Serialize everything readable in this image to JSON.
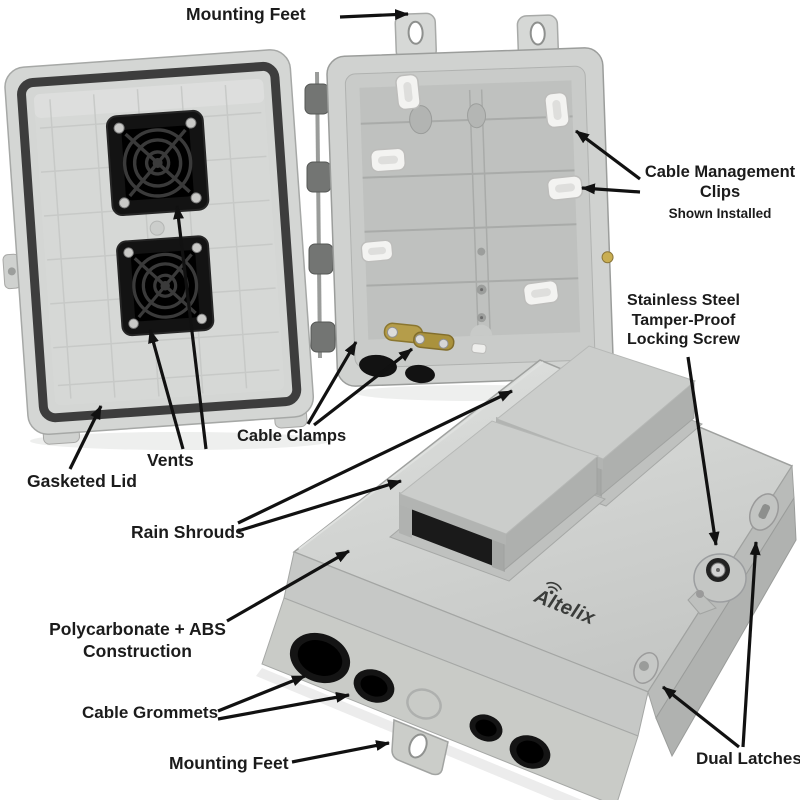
{
  "brand": {
    "logo_text": "Altelix"
  },
  "annotations": {
    "mounting_feet_top": {
      "label": "Mounting Feet"
    },
    "cable_management_clips": {
      "title_line1": "Cable Management",
      "title_line2": "Clips",
      "subtitle": "Shown Installed"
    },
    "locking_screw": {
      "line1": "Stainless Steel",
      "line2": "Tamper-Proof",
      "line3": "Locking Screw"
    },
    "cable_clamps": {
      "label": "Cable Clamps"
    },
    "vents": {
      "label": "Vents"
    },
    "gasketed_lid": {
      "label": "Gasketed Lid"
    },
    "rain_shrouds": {
      "label": "Rain Shrouds"
    },
    "construction": {
      "line1": "Polycarbonate + ABS",
      "line2": "Construction"
    },
    "cable_grommets": {
      "label": "Cable Grommets"
    },
    "mounting_feet_bottom": {
      "label": "Mounting Feet"
    },
    "dual_latches": {
      "label": "Dual Latches"
    }
  },
  "colors": {
    "background": "#ffffff",
    "label_text": "#1b1b1b",
    "arrow_black": "#111111",
    "enclosure_gray": "#d3d5d3",
    "enclosure_shadow_gray": "#b2b4b2",
    "gasket_dark": "#3d3d3d",
    "vent_black": "#131313",
    "clip_white": "#f3f3f1",
    "clamp_brass": "#b59d4a",
    "grommet_black": "#141414",
    "logo_dark": "#3a3c3a"
  }
}
